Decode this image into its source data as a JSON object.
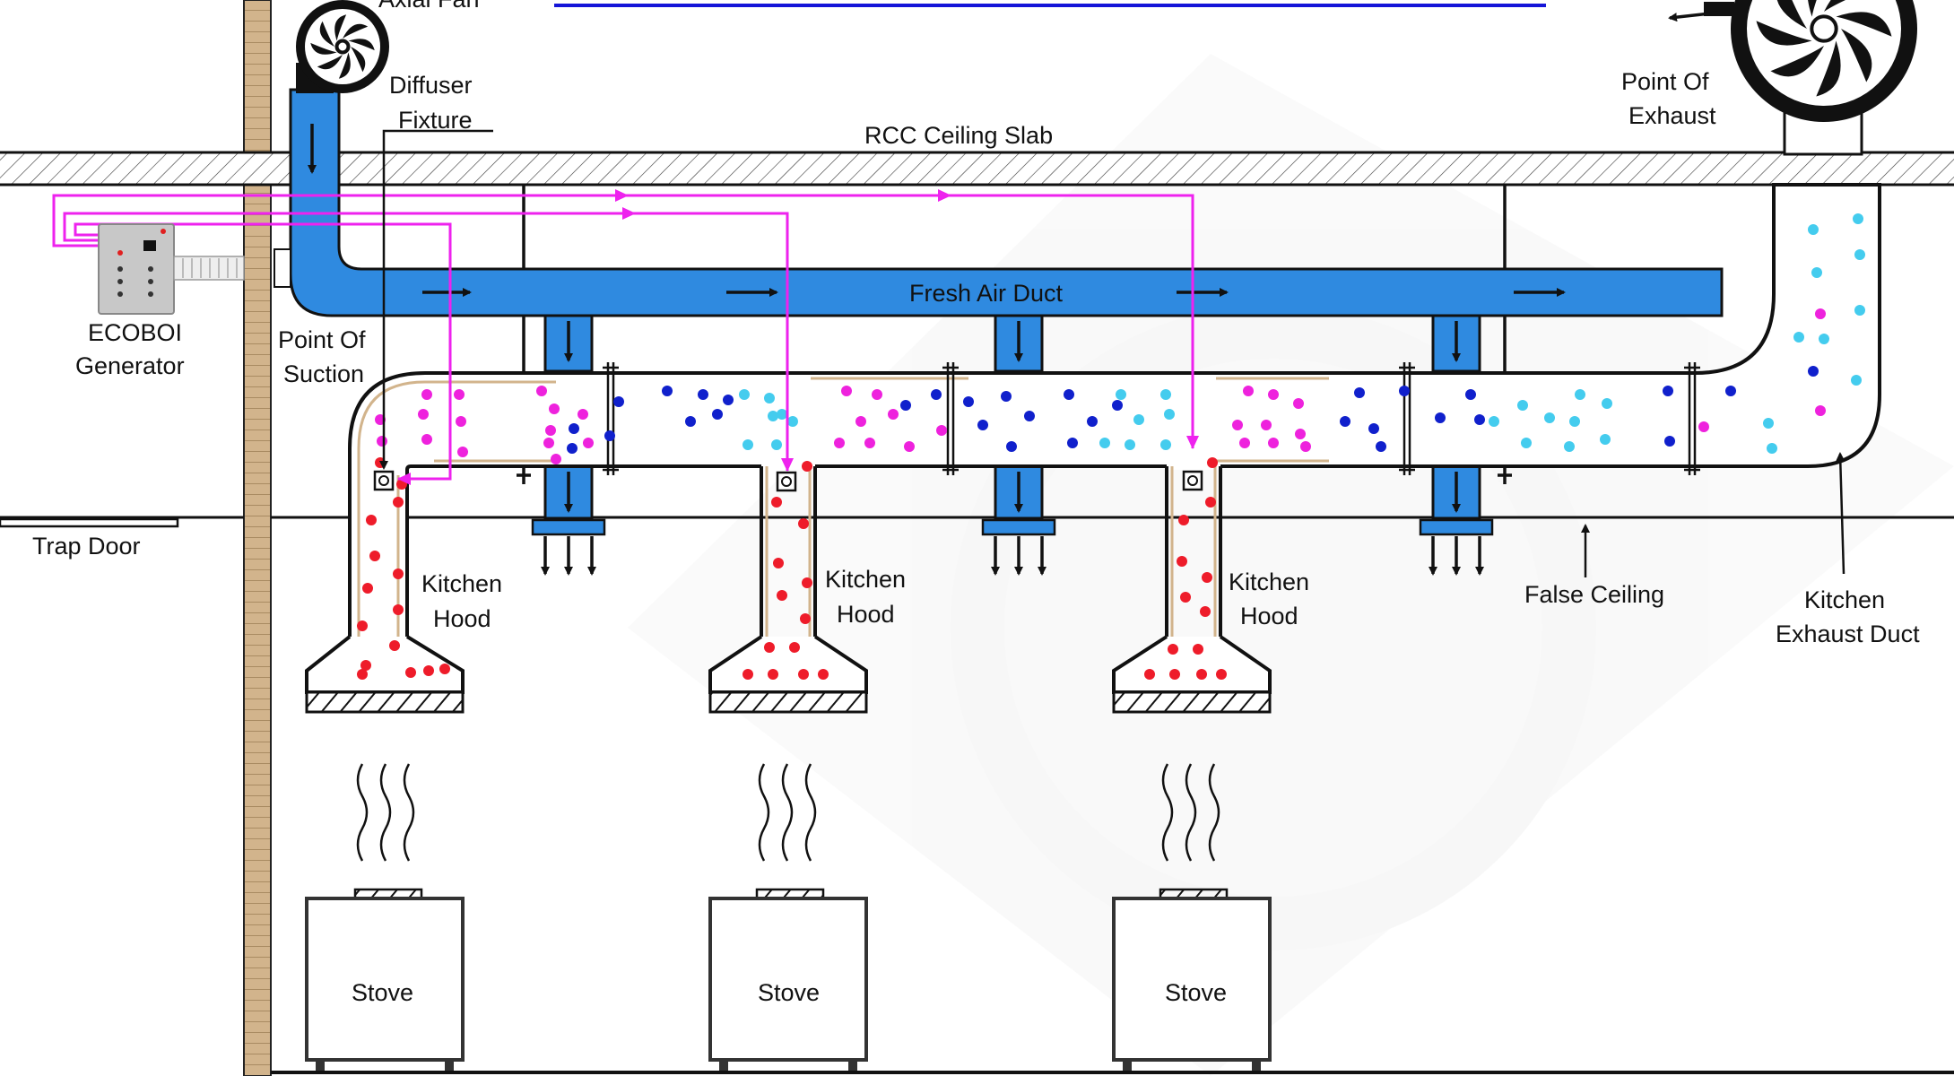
{
  "labels": {
    "axial_fan": "Axial Fan",
    "diffuser_fixture": [
      "Diffuser",
      "Fixture"
    ],
    "rcc_ceiling_slab": "RCC Ceiling Slab",
    "point_of_exhaust": [
      "Point Of",
      "Exhaust"
    ],
    "ecoboi_generator": [
      "ECOBOI",
      "Generator"
    ],
    "point_of_suction": [
      "Point Of",
      "Suction"
    ],
    "fresh_air_duct": "Fresh Air Duct",
    "trap_door": "Trap Door",
    "kitchen_hood": [
      "Kitchen",
      "Hood"
    ],
    "false_ceiling": "False Ceiling",
    "kitchen_exhaust_duct": [
      "Kitchen",
      "Exhaust Duct"
    ],
    "stove": "Stove"
  },
  "hoods": [
    {
      "hood_label": [
        "Kitchen",
        "Hood"
      ],
      "stove_label": "Stove"
    },
    {
      "hood_label": [
        "Kitchen",
        "Hood"
      ],
      "stove_label": "Stove"
    },
    {
      "hood_label": [
        "Kitchen",
        "Hood"
      ],
      "stove_label": "Stove"
    }
  ],
  "colors": {
    "fresh_air_duct": "#2f8ae0",
    "wiring": "#ee22ee",
    "top_line": "#1515d8",
    "wall": "#d2b48c",
    "particle_red": "#ee1c2a",
    "particle_magenta": "#ee22dd",
    "particle_blue": "#1020cc",
    "particle_cyan": "#44ccee"
  }
}
